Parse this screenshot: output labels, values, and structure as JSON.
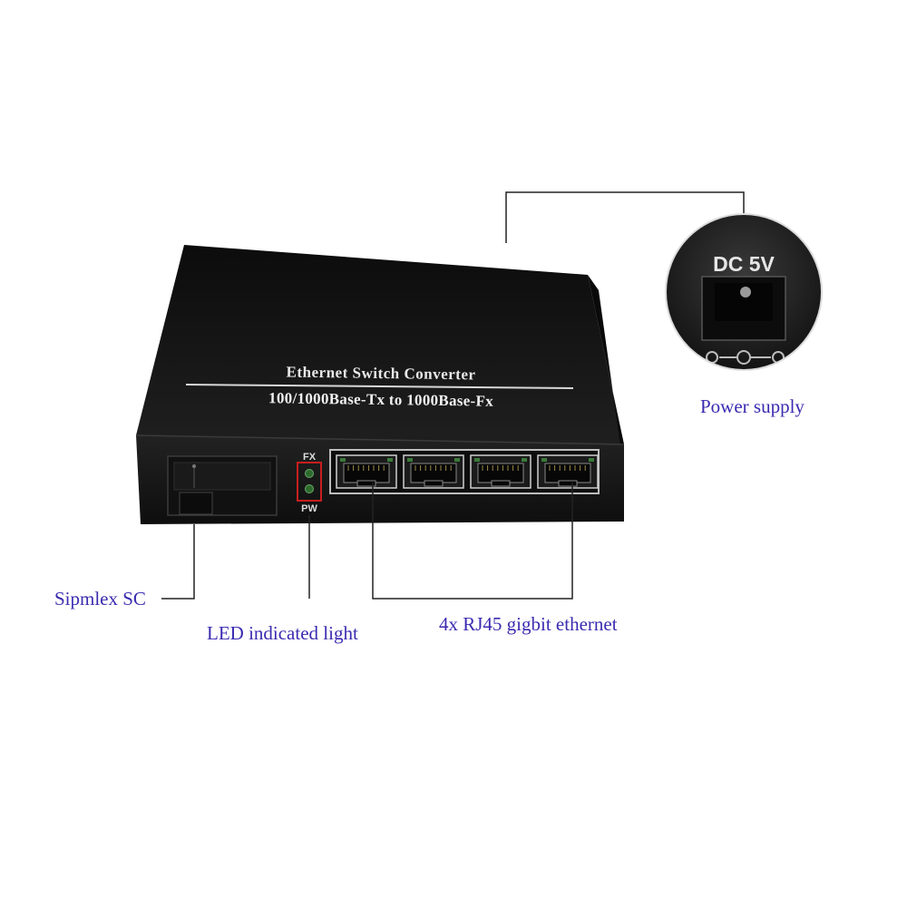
{
  "device": {
    "title": "Ethernet  Switch Converter",
    "subtitle": "100/1000Base-Tx to 1000Base-Fx",
    "led_top_label": "FX",
    "led_bottom_label": "PW",
    "port_count": 4
  },
  "power_inset": {
    "label": "DC 5V"
  },
  "callouts": {
    "power": "Power supply",
    "sc": "Sipmlex SC",
    "led": "LED indicated light",
    "rj45": "4x RJ45 gigbit ethernet"
  },
  "colors": {
    "callout_text": "#3a2bb0",
    "device_body": "#141414",
    "led_box": "#c81e1e",
    "led_green": "#3a8a3a"
  }
}
